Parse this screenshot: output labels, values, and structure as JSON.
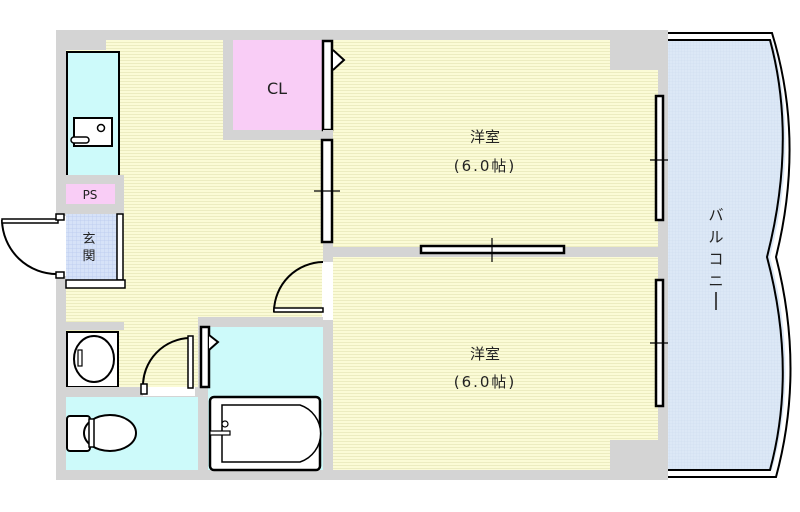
{
  "floorplan": {
    "rooms": {
      "western_room_1": {
        "name": "洋室",
        "size": "(6.0帖)"
      },
      "western_room_2": {
        "name": "洋室",
        "size": "(6.0帖)"
      },
      "closet": "CL",
      "pipe_space": "PS",
      "entrance": [
        "玄",
        "関"
      ],
      "balcony": [
        "バ",
        "ル",
        "コ",
        "ニ",
        "ー"
      ]
    },
    "colors": {
      "wall": "#d4d4d4",
      "floor": "#fafad2",
      "closet": "#f9cdf6",
      "wet_area": "#cdfafa",
      "entrance": "#cfdcf5",
      "balcony": "#dce8f6"
    }
  }
}
